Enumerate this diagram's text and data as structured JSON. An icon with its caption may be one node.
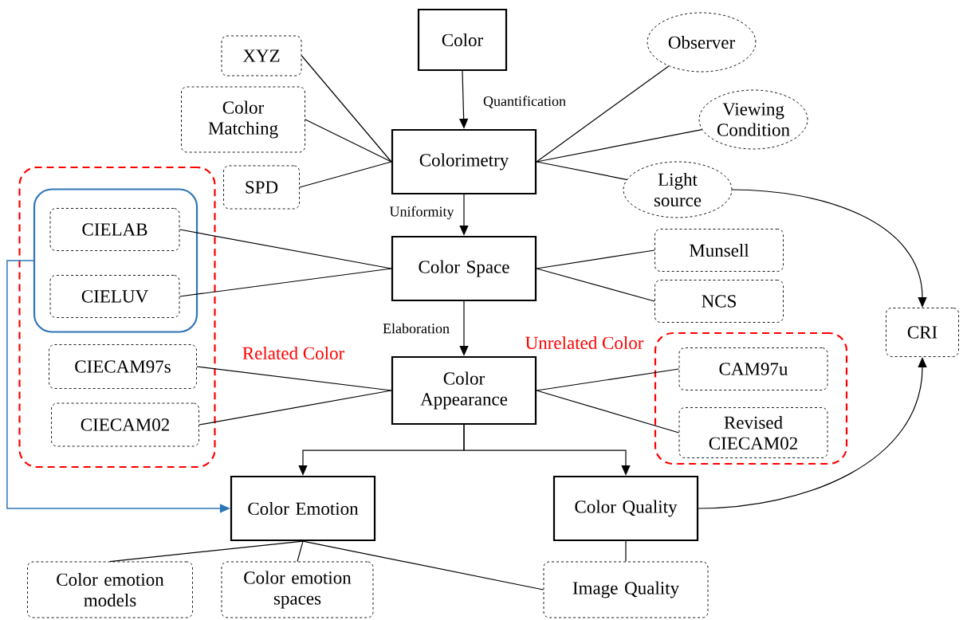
{
  "diagram": {
    "nodes": [
      {
        "text": [
          "Color"
        ]
      },
      {
        "text": [
          "Colorimetry"
        ]
      },
      {
        "text": [
          "Color Space"
        ]
      },
      {
        "text": [
          "Color Appearance"
        ]
      },
      {
        "text": [
          "Color Emotion"
        ]
      },
      {
        "text": [
          "Color Quality"
        ]
      },
      {
        "text": [
          "XYZ"
        ]
      },
      {
        "text": [
          "Color Matching"
        ]
      },
      {
        "text": [
          "SPD"
        ]
      },
      {
        "text": [
          "Observer"
        ]
      },
      {
        "text": [
          "Viewing Condition"
        ]
      },
      {
        "text": [
          "Light source"
        ]
      },
      {
        "text": [
          "Related Color"
        ]
      },
      {
        "text": [],
        "shape": "box",
        "in": 12
      },
      {
        "text": [
          "CIELAB"
        ],
        "in": 13
      },
      {
        "text": [
          "CIELUV"
        ],
        "in": 13
      },
      {
        "text": [
          "CIECAM97s"
        ],
        "in": 12
      },
      {
        "text": [
          "CIECAM02"
        ],
        "in": 12
      },
      {
        "text": [
          "Munsell"
        ]
      },
      {
        "text": [
          "NCS"
        ]
      },
      {
        "text": [
          "Unrelated Color"
        ]
      },
      {
        "text": [
          "CAM97u"
        ],
        "in": 20
      },
      {
        "text": [
          "Revised CIECAM02"
        ],
        "in": 20
      },
      {
        "text": [
          "CRI"
        ]
      },
      {
        "text": [
          "Color emotion models"
        ]
      },
      {
        "text": [
          "Color emotion spaces"
        ]
      },
      {
        "text": [
          "Image Quality"
        ]
      }
    ],
    "edges": [
      {
        "from": 0,
        "to": 1,
        "arrow": "to",
        "label": "Quantification"
      },
      {
        "from": 1,
        "to": 2,
        "arrow": "to",
        "label": "Uniformity"
      },
      {
        "from": 2,
        "to": 3,
        "arrow": "to",
        "label": "Elaboration"
      },
      {
        "from": 3,
        "to": 4,
        "arrow": "to"
      },
      {
        "from": 3,
        "to": 5,
        "arrow": "to"
      },
      {
        "from": 6,
        "to": 1,
        "arrow": "none"
      },
      {
        "from": 7,
        "to": 1,
        "arrow": "none"
      },
      {
        "from": 8,
        "to": 1,
        "arrow": "none"
      },
      {
        "from": 9,
        "to": 1,
        "arrow": "none"
      },
      {
        "from": 10,
        "to": 1,
        "arrow": "none"
      },
      {
        "from": 11,
        "to": 1,
        "arrow": "none"
      },
      {
        "from": 14,
        "to": 2,
        "arrow": "none"
      },
      {
        "from": 15,
        "to": 2,
        "arrow": "none"
      },
      {
        "from": 18,
        "to": 2,
        "arrow": "none"
      },
      {
        "from": 19,
        "to": 2,
        "arrow": "none"
      },
      {
        "from": 16,
        "to": 3,
        "arrow": "none"
      },
      {
        "from": 17,
        "to": 3,
        "arrow": "none"
      },
      {
        "from": 21,
        "to": 3,
        "arrow": "none"
      },
      {
        "from": 22,
        "to": 3,
        "arrow": "none"
      },
      {
        "from": 13,
        "to": 4,
        "arrow": "to",
        "color": "#2e75b6"
      },
      {
        "from": 11,
        "to": 23,
        "arrow": "to"
      },
      {
        "from": 5,
        "to": 23,
        "arrow": "to"
      },
      {
        "from": 4,
        "to": 24,
        "arrow": "none"
      },
      {
        "from": 4,
        "to": 25,
        "arrow": "none"
      },
      {
        "from": 4,
        "to": 26,
        "arrow": "none"
      },
      {
        "from": 5,
        "to": 26,
        "arrow": "none"
      }
    ]
  }
}
